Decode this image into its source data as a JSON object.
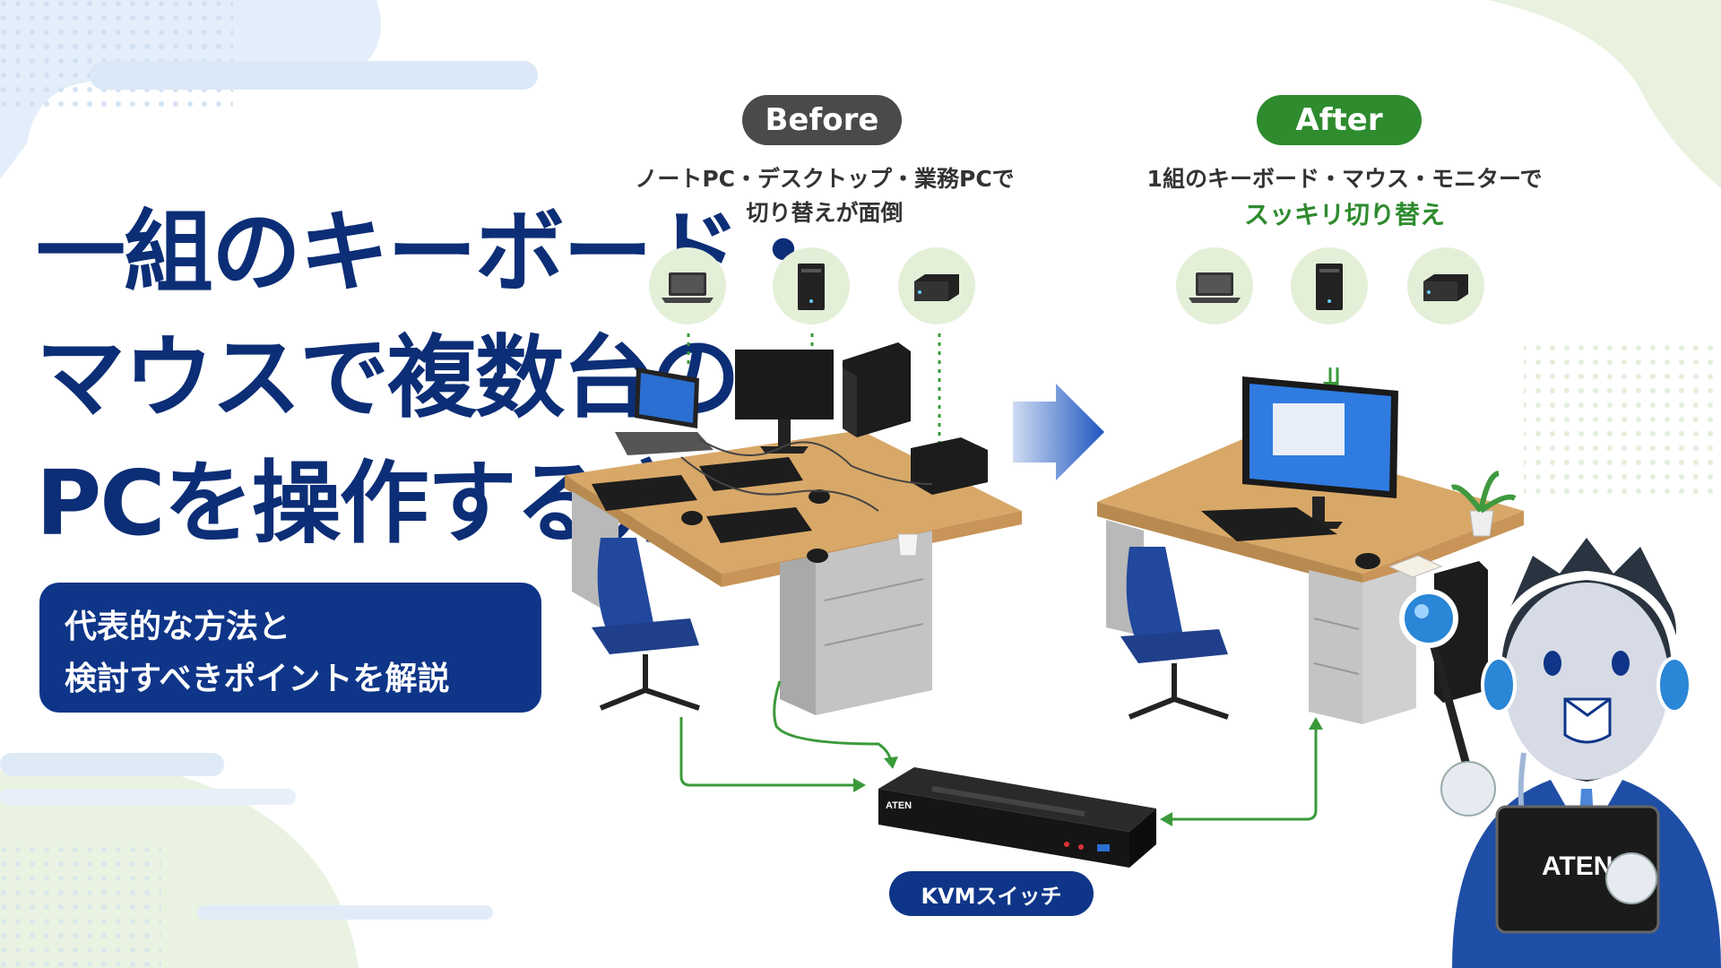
{
  "headline": {
    "line1": "一組のキーボード・",
    "line2": "マウスで複数台の",
    "line3": "PCを操作する方法"
  },
  "subtitle": {
    "line1": "代表的な方法と",
    "line2": "検討すべきポイントを解説"
  },
  "before": {
    "label": "Before",
    "caption_line1": "ノートPC・デスクトップ・業務PCで",
    "caption_line2": "切り替えが面倒"
  },
  "after": {
    "label": "After",
    "caption_line1": "1組のキーボード・マウス・モニターで",
    "caption_line2": "スッキリ切り替え"
  },
  "kvm": {
    "label": "KVMスイッチ",
    "device_brand": "ATEN"
  },
  "mascot": {
    "tablet_brand": "ATEN"
  },
  "colors": {
    "navy": "#0e3588",
    "green": "#2e8b2e",
    "gray_pill": "#4a4a4a",
    "light_green": "#e4efd8",
    "desk_wood": "#d8a868"
  }
}
